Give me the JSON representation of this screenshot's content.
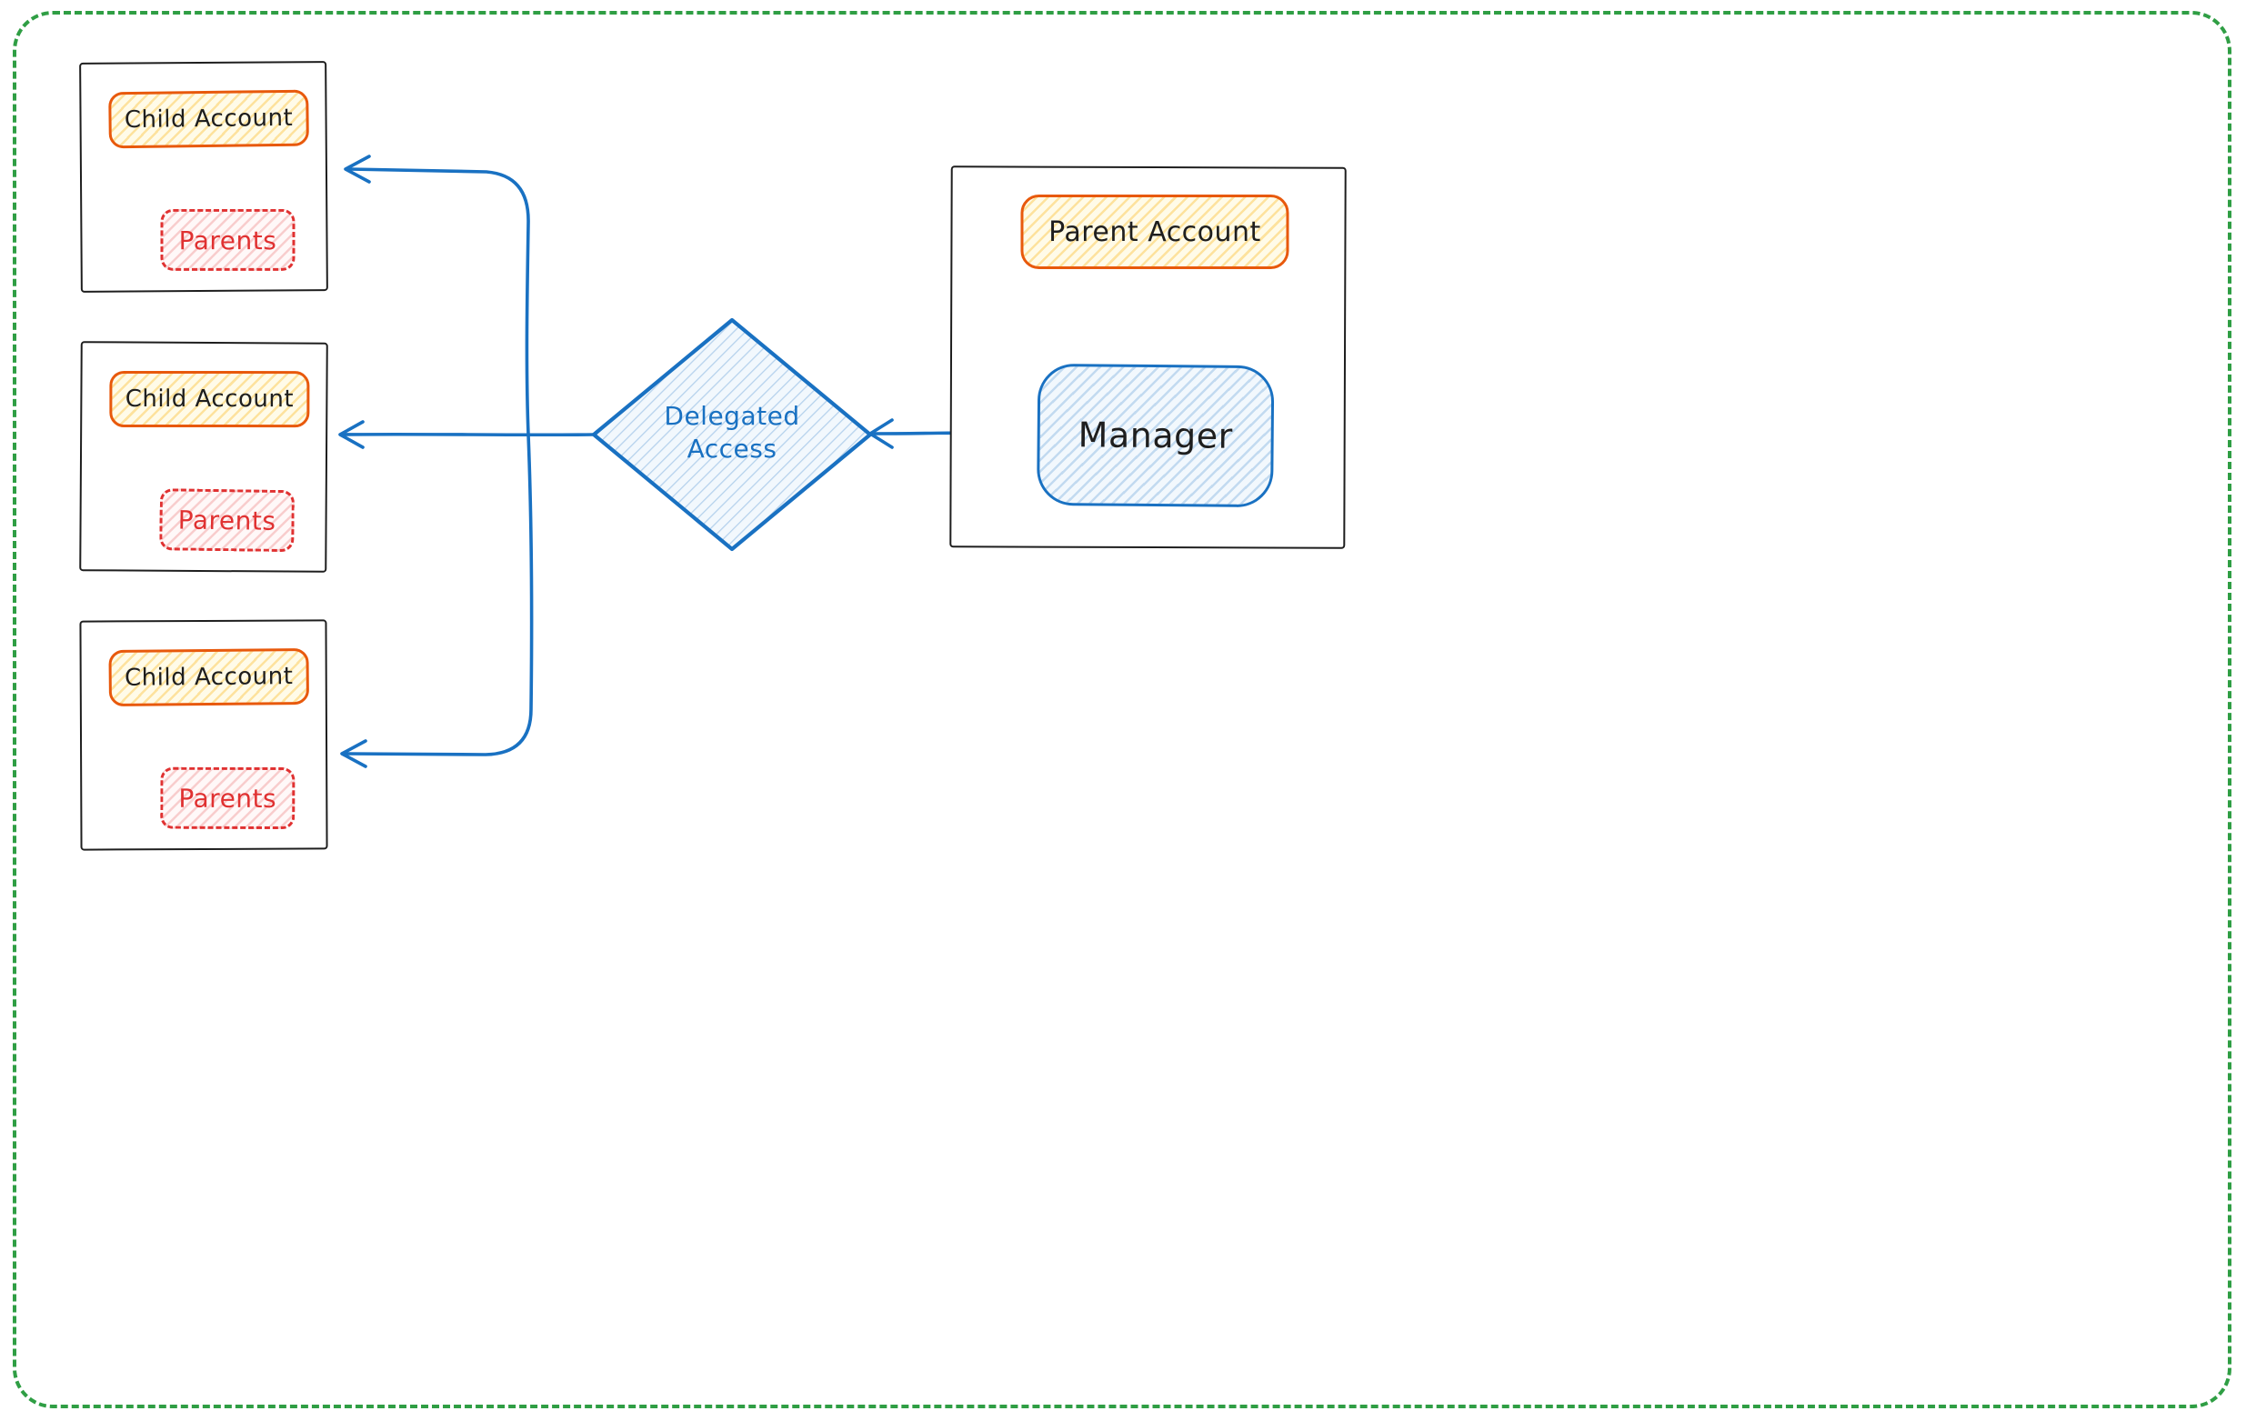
{
  "diagram": {
    "child_accounts": [
      {
        "title": "Child Account",
        "badge": "Parents"
      },
      {
        "title": "Child Account",
        "badge": "Parents"
      },
      {
        "title": "Child Account",
        "badge": "Parents"
      }
    ],
    "parent_account": {
      "title": "Parent Account",
      "manager": "Manager"
    },
    "decision": {
      "line1": "Delegated",
      "line2": "Access"
    },
    "colors": {
      "frame_green": "#2f9e44",
      "orange": "#e8590c",
      "red": "#e03131",
      "blue": "#1971c2",
      "ink": "#1e1e1e",
      "yellow_fill": "#fffbe8",
      "blue_fill": "#f2f8fd",
      "red_fill": "#fff8f8"
    }
  }
}
